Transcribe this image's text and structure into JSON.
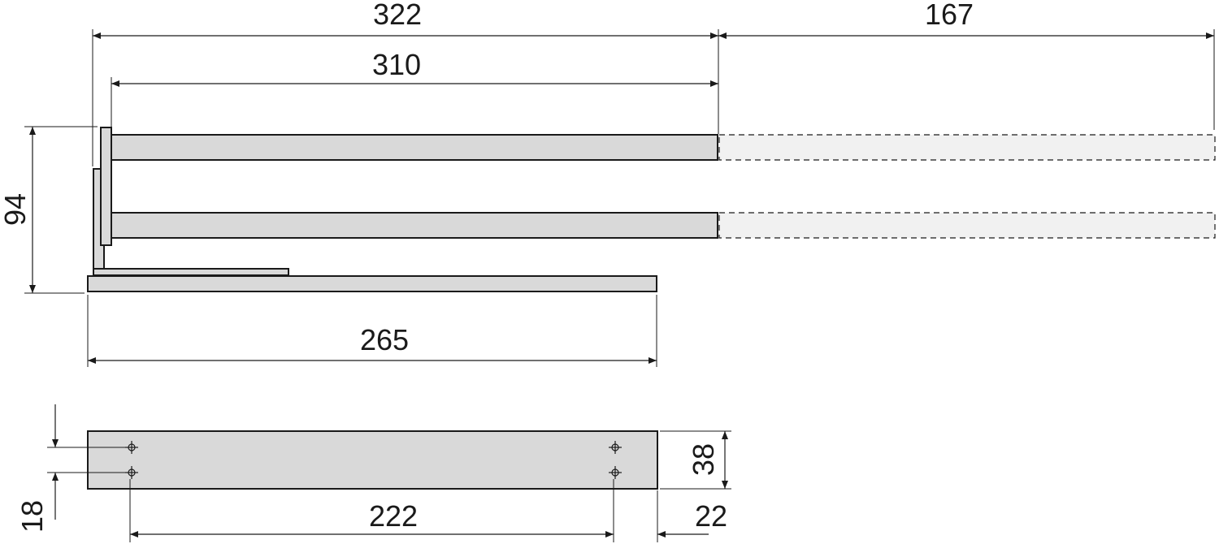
{
  "dimensions": {
    "total_extended_length": "322",
    "bar_length": "310",
    "extension_travel": "167",
    "height": "94",
    "base_length": "265",
    "hole_spacing": "222",
    "hole_offset_from_end": "22",
    "mount_plate_height": "38",
    "hole_vertical_offset": "18"
  },
  "colors": {
    "part_fill": "#d9d9d9",
    "ghost_fill": "#f1f1f1",
    "line": "#1a1a1a"
  }
}
